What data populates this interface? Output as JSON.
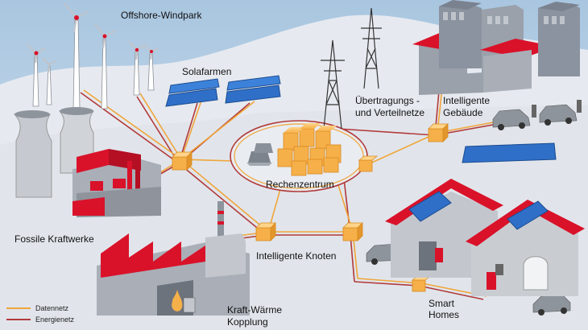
{
  "labels": {
    "offshore": "Offshore-Windpark",
    "solar": "Solafarmen",
    "transmission_1": "Übertragungs -",
    "transmission_2": "und Verteilnetze",
    "buildings_1": "Intelligente",
    "buildings_2": "Gebäude",
    "datacenter": "Rechenzentrum",
    "fossil": "Fossile Kraftwerke",
    "nodes": "Intelligente Knoten",
    "chp_1": "Kraft-Wärme",
    "chp_2": "Kopplung",
    "smart_1": "Smart",
    "smart_2": "Homes"
  },
  "legend": {
    "data": {
      "label": "Datennetz",
      "color": "#f0a53a"
    },
    "energy": {
      "label": "Energienetz",
      "color": "#b23a3a"
    }
  },
  "colors": {
    "sky": "#c4d8ea",
    "ground": "#e4e8ee",
    "building_red": "#d9122a",
    "building_gray": "#a9aeb7",
    "node_orange": "#f6b04a",
    "solar_blue": "#2f6fc8"
  },
  "icons": [
    "wind-turbine-icon",
    "solar-panel-icon",
    "pylon-icon",
    "server-cube-icon",
    "car-icon",
    "house-icon",
    "factory-icon",
    "cooling-tower-icon"
  ]
}
